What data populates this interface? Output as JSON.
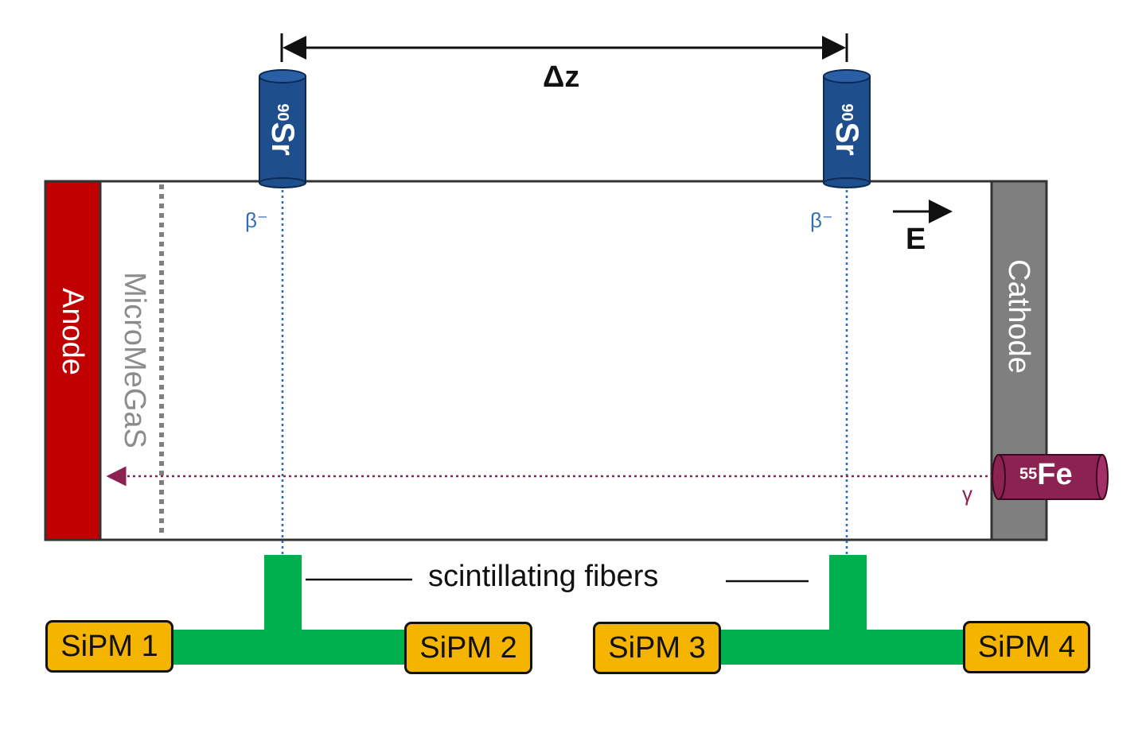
{
  "delta": {
    "label": "Δz"
  },
  "sources": {
    "left": {
      "mass": "90",
      "symbol": "Sr"
    },
    "right": {
      "mass": "90",
      "symbol": "Sr"
    }
  },
  "beta": {
    "left": "β⁻",
    "right": "β⁻"
  },
  "efield": {
    "label": "E"
  },
  "anode": {
    "label": "Anode",
    "color": "#c00000"
  },
  "micromegas": {
    "label": "MicroMeGaS"
  },
  "cathode": {
    "label": "Cathode",
    "color": "#7f7f7f"
  },
  "fe": {
    "mass": "55",
    "symbol": "Fe",
    "color": "#8b2252"
  },
  "gamma": {
    "label": "γ"
  },
  "fibers": {
    "label": "scintillating fibers",
    "color": "#00b04f"
  },
  "sipms": [
    "SiPM 1",
    "SiPM 2",
    "SiPM 3",
    "SiPM 4"
  ],
  "colors": {
    "source_blue": "#1f4e8c",
    "beta_blue": "#2e6db4",
    "sipm_yellow": "#f4b400"
  }
}
